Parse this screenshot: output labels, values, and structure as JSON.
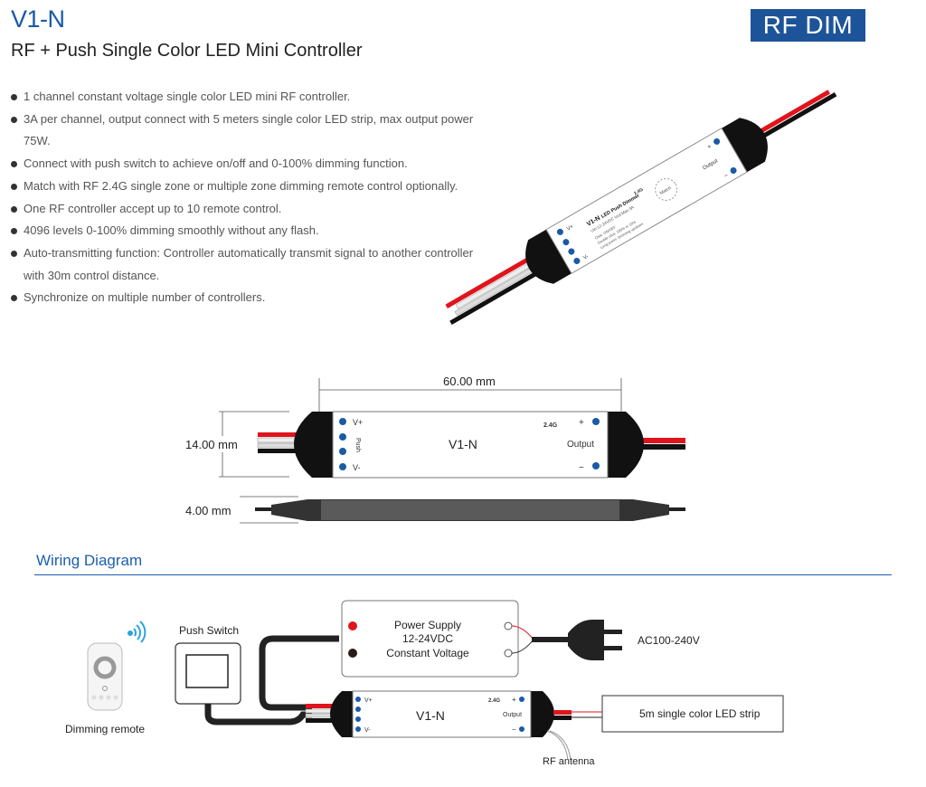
{
  "header": {
    "model": "V1-N",
    "subtitle": "RF + Push Single Color LED Mini Controller",
    "badge": "RF DIM"
  },
  "features": [
    "1 channel constant voltage single color LED mini RF controller.",
    "3A per channel, output connect with 5 meters single color LED strip, max output power 75W.",
    "Connect with push switch to achieve on/off and 0-100% dimming function.",
    "Match with RF 2.4G single zone or multiple zone dimming remote control optionally.",
    "One RF controller accept up to 10 remote control.",
    "4096 levels 0-100% dimming smoothly without any flash.",
    "Auto-transmitting function: Controller automatically transmit signal to another controller with 30m control distance.",
    "Synchronize on multiple number of controllers."
  ],
  "product_label": {
    "title": "V1-N",
    "title2": "LED Push Dimmer",
    "spec": "Uin:12-24VDC  Iout:Max.3A",
    "line1": "Click: ON/OFF",
    "line2": "Double click: 100% or 10%",
    "line3": "Long press: Dimming up/down",
    "match": "Match",
    "rf": "2.4G",
    "vplus": "V+",
    "vminus": "V-",
    "push": "Push",
    "output": "Output",
    "plus": "+",
    "minus": "−"
  },
  "dimensions": {
    "length": "60.00 mm",
    "width": "14.00 mm",
    "height": "4.00 mm",
    "device_label": "V1-N"
  },
  "wiring": {
    "title": "Wiring Diagram",
    "remote_label": "Dimming remote",
    "push_switch_label": "Push Switch",
    "power_supply": [
      "Power Supply",
      "12-24VDC",
      "Constant Voltage"
    ],
    "ac_label": "AC100-240V",
    "strip_label": "5m single color LED strip",
    "antenna_label": "RF antenna",
    "device_label": "V1-N"
  },
  "colors": {
    "brand_blue": "#1d5499",
    "terminal_blue": "#1a5aa6",
    "wire_red": "#e0141c"
  }
}
